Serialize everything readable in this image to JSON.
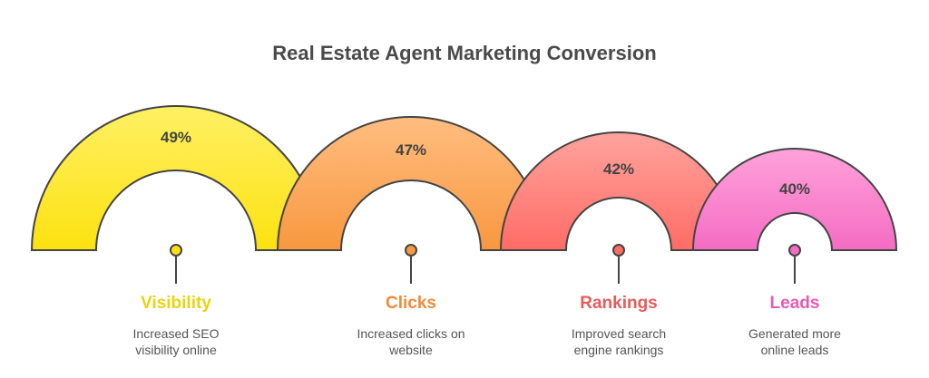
{
  "title": "Real Estate Agent Marketing Conversion",
  "stages": [
    {
      "name": "Visibility",
      "percent": 49,
      "percent_label": "49%",
      "description_line1": "Increased SEO",
      "description_line2": "visibility online",
      "color_top": "#FFF064",
      "color_bottom": "#FCE210",
      "label_color": "#E8D40E"
    },
    {
      "name": "Clicks",
      "percent": 47,
      "percent_label": "47%",
      "description_line1": "Increased clicks on",
      "description_line2": "website",
      "color_top": "#FFBD80",
      "color_bottom": "#F8983F",
      "label_color": "#F08A3A"
    },
    {
      "name": "Rankings",
      "percent": 42,
      "percent_label": "42%",
      "description_line1": "Improved search",
      "description_line2": "engine rankings",
      "color_top": "#FFA39D",
      "color_bottom": "#FF6C66",
      "label_color": "#E85A5A"
    },
    {
      "name": "Leads",
      "percent": 40,
      "percent_label": "40%",
      "description_line1": "Generated more",
      "description_line2": "online leads",
      "color_top": "#FFA2DA",
      "color_bottom": "#F46CC3",
      "label_color": "#E85AB8"
    }
  ]
}
